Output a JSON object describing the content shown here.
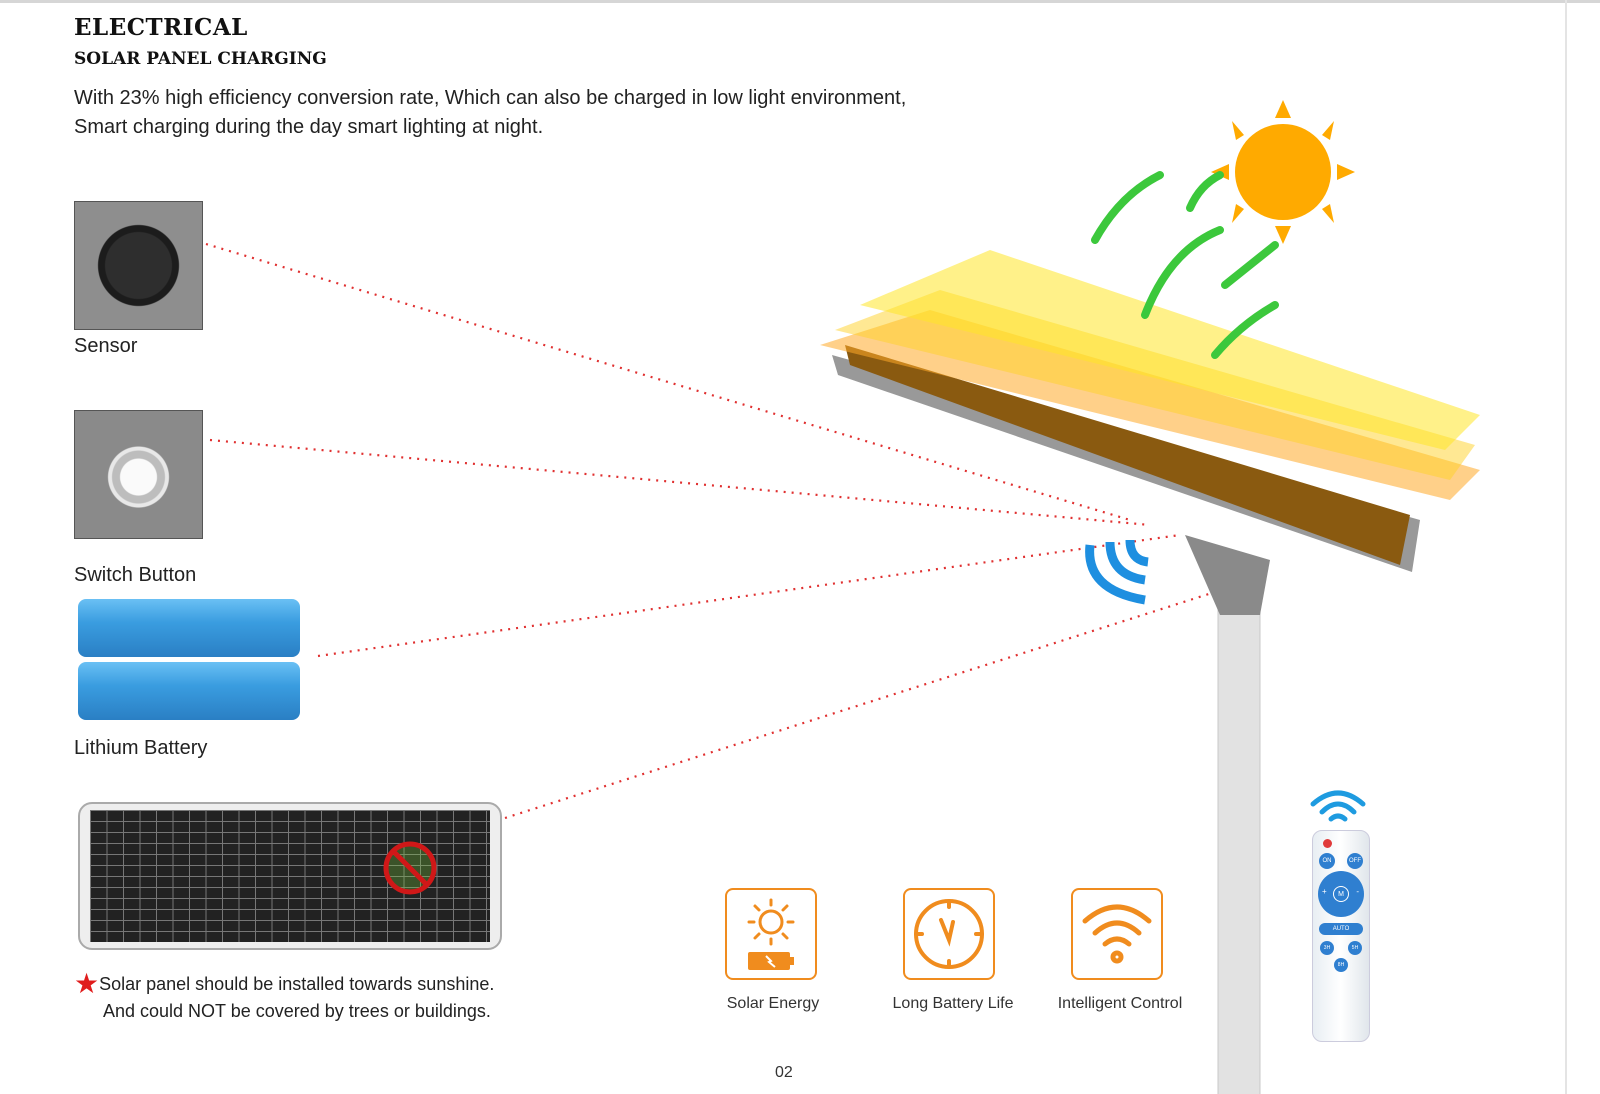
{
  "header": {
    "title": "ELECTRICAL",
    "subtitle": "SOLAR PANEL CHARGING",
    "intro_line1": "With 23% high efficiency conversion rate, Which can also be charged in low light environment,",
    "intro_line2": "Smart charging during the day smart lighting at night."
  },
  "components": [
    {
      "label": "Sensor"
    },
    {
      "label": "Switch Button"
    },
    {
      "label": "Lithium Battery"
    }
  ],
  "note": {
    "line1": "Solar panel should be installed towards sunshine.",
    "line2": "And could NOT be covered by trees or buildings."
  },
  "features": [
    {
      "label": "Solar Energy",
      "icon": "sun-battery-icon"
    },
    {
      "label": "Long Battery Life",
      "icon": "clock-icon"
    },
    {
      "label": "Intelligent Control",
      "icon": "wifi-icon"
    }
  ],
  "remote": {
    "buttons": [
      "ON",
      "OFF",
      "M",
      "+",
      "-",
      "AUTO",
      "3H",
      "5H",
      "8H"
    ]
  },
  "page_number": "02",
  "colors": {
    "accent": "#f08c1e",
    "dots": "#e03030",
    "battery": "#3a9de0",
    "sun": "#ffaa00",
    "arrow": "#3cc83c"
  }
}
